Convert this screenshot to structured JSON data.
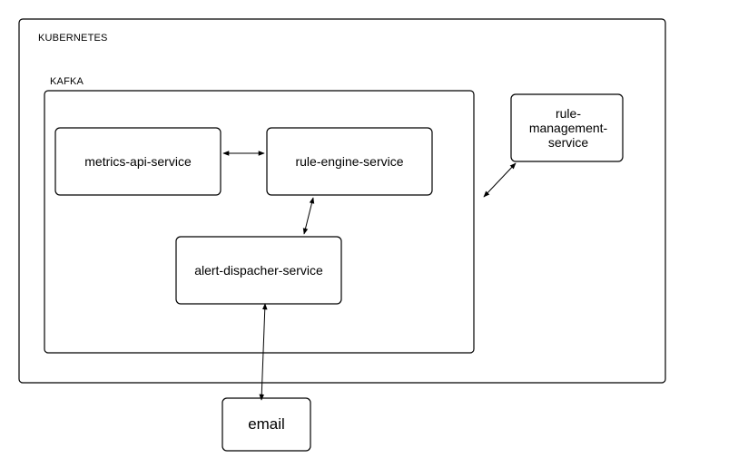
{
  "containers": {
    "kubernetes": {
      "label": "KUBERNETES"
    },
    "kafka": {
      "label": "KAFKA"
    }
  },
  "nodes": {
    "metrics_api": {
      "label": "metrics-api-service"
    },
    "rule_engine": {
      "label": "rule-engine-service"
    },
    "alert_dispatcher": {
      "label": "alert-dispacher-service"
    },
    "rule_management": {
      "label": "rule-management-service"
    },
    "email": {
      "label": "email"
    }
  },
  "colors": {
    "stroke": "#000000",
    "background": "#ffffff"
  }
}
